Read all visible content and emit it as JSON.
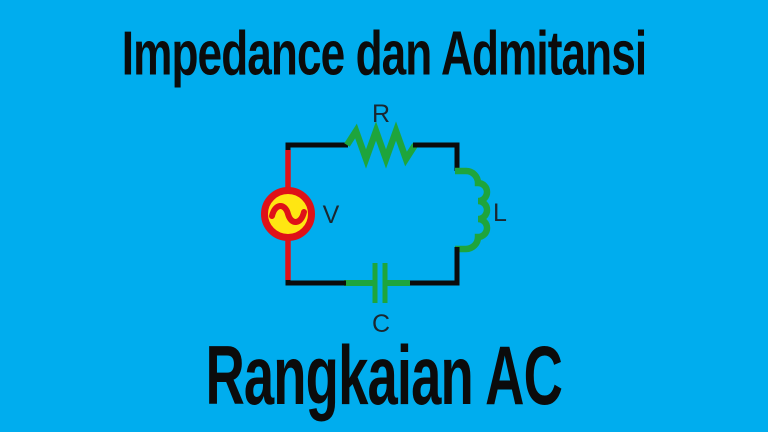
{
  "page": {
    "background_color": "#00ADEE"
  },
  "titles": {
    "top": "Impedance dan Admitansi",
    "bottom": "Rangkaian AC",
    "color": "#0b0b0b"
  },
  "circuit": {
    "labels": {
      "source": "V",
      "resistor": "R",
      "inductor": "L",
      "capacitor": "C"
    },
    "colors": {
      "wire_black": "#0b0b0b",
      "component_green": "#1ea53c",
      "source_red": "#df1118",
      "source_yellow": "#ffe612",
      "label_text": "#1b2730"
    }
  }
}
